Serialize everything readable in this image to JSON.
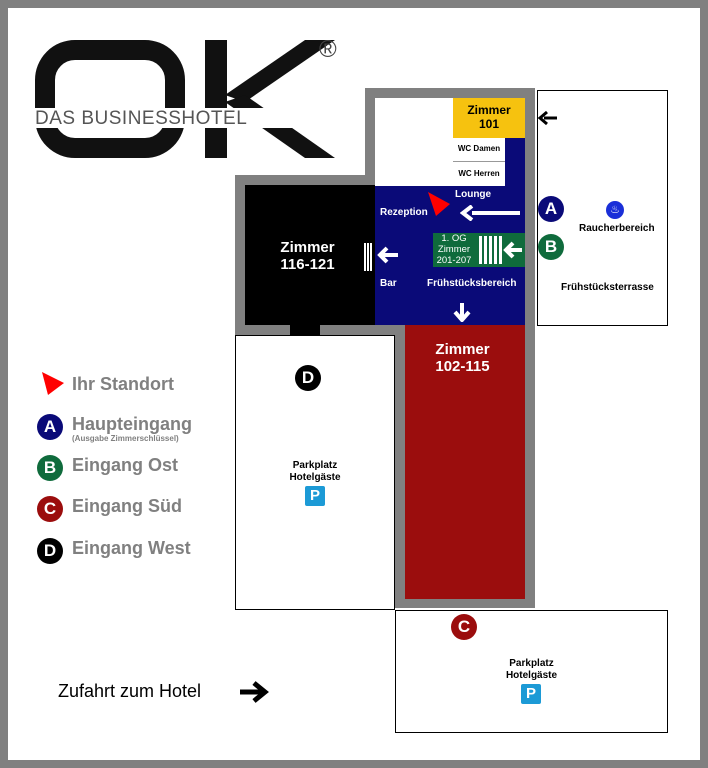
{
  "logo": {
    "letters": "OK",
    "registered": "®",
    "tagline": "DAS BUSINESSHOTEL"
  },
  "rooms": {
    "zimmer_101": {
      "line1": "Zimmer",
      "line2": "101"
    },
    "wc_damen": "WC Damen",
    "wc_herren": "WC Herren",
    "lounge": "Lounge",
    "rezeption": "Rezeption",
    "bar": "Bar",
    "fruehstueck": "Frühstücksbereich",
    "stairs": {
      "line1": "1. OG",
      "line2": "Zimmer",
      "line3": "201-207"
    },
    "zimmer_116": {
      "line1": "Zimmer",
      "line2": "116-121"
    },
    "zimmer_102": {
      "line1": "Zimmer",
      "line2": "102-115"
    },
    "raucher": "Raucherbereich",
    "terrasse": "Frühstücksterrasse",
    "parkplatz_west": {
      "line1": "Parkplatz",
      "line2": "Hotelgäste",
      "sign": "P"
    },
    "parkplatz_sued": {
      "line1": "Parkplatz",
      "line2": "Hotelgäste",
      "sign": "P"
    }
  },
  "entrances": {
    "a": "A",
    "b": "B",
    "c": "C",
    "d": "D"
  },
  "legend": {
    "standort": "Ihr Standort",
    "a_label": "Haupteingang",
    "a_sub": "(Ausgabe Zimmerschlüssel)",
    "b_label": "Eingang Ost",
    "c_label": "Eingang Süd",
    "d_label": "Eingang West"
  },
  "directions": {
    "zufahrt": "Zufahrt zum Hotel"
  },
  "colors": {
    "blue": "#0a0a78",
    "green": "#0f6b3c",
    "red": "#9b0d0d",
    "yellow": "#f6c20f",
    "black": "#000000",
    "gray": "#808080"
  }
}
